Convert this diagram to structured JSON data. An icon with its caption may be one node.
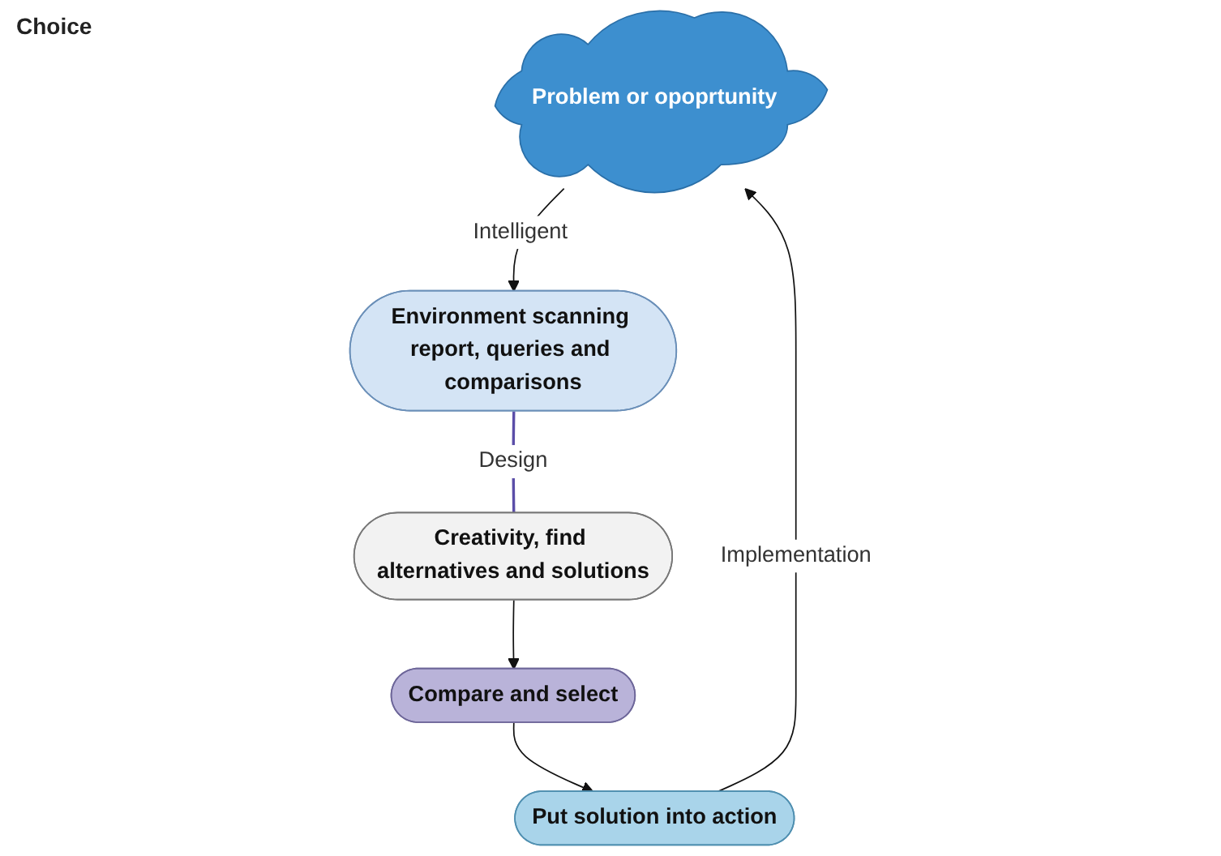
{
  "diagram": {
    "nodes": [
      {
        "text": [
          "Problem or opoprtunity"
        ]
      },
      {
        "text": [
          "Environment scanning report, queries and comparisons"
        ]
      },
      {
        "text": [
          "Creativity, find alternatives and solutions"
        ]
      },
      {
        "text": [
          "Compare and select"
        ]
      },
      {
        "text": [
          "Put solution into action"
        ]
      }
    ],
    "edges": [
      {
        "from": 0,
        "to": 1,
        "arrow": "to",
        "label": "Intelligent"
      },
      {
        "from": 1,
        "to": 2,
        "arrow": "none",
        "label": "Design",
        "color": "#5b4ea8"
      },
      {
        "from": 2,
        "to": 3,
        "arrow": "to"
      },
      {
        "from": 3,
        "to": 4,
        "arrow": "to"
      },
      {
        "from": 4,
        "to": 0,
        "arrow": "to",
        "label": "Implementation"
      }
    ],
    "labels": [
      "Choice"
    ]
  }
}
